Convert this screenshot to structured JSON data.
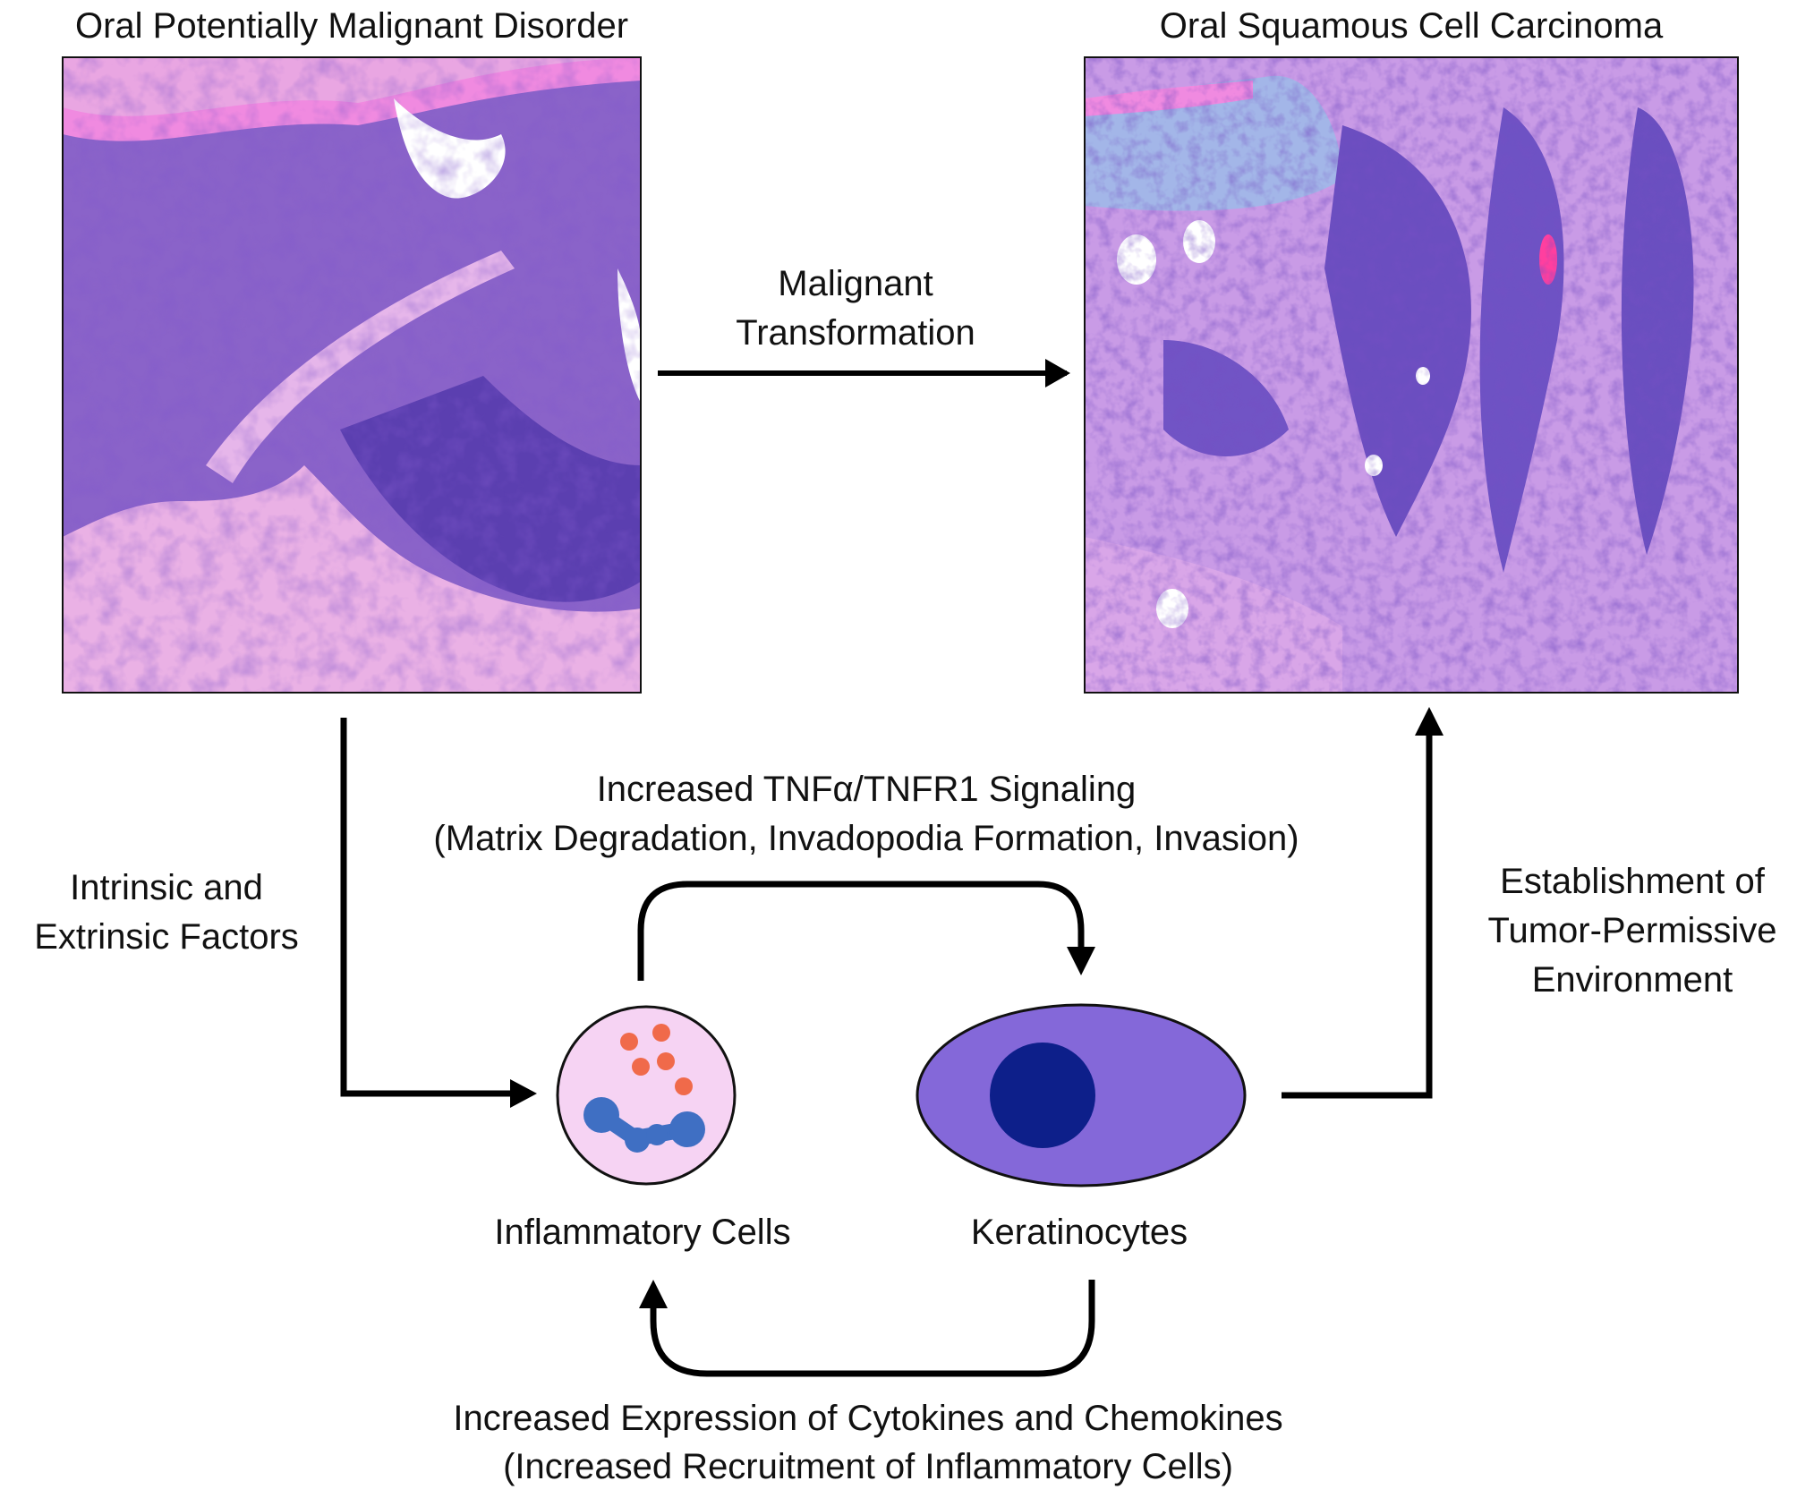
{
  "panels": {
    "left_title": "Oral Potentially Malignant Disorder",
    "right_title": "Oral Squamous Cell Carcinoma"
  },
  "labels": {
    "malignant_line1": "Malignant",
    "malignant_line2": "Transformation",
    "factors_line1": "Intrinsic and",
    "factors_line2": "Extrinsic Factors",
    "tnf_line1": "Increased TNFα/TNFR1 Signaling",
    "tnf_line2": "(Matrix Degradation, Invadopodia Formation, Invasion)",
    "env_line1": "Establishment of",
    "env_line2": "Tumor-Permissive",
    "env_line3": "Environment",
    "inflammatory": "Inflammatory Cells",
    "keratinocytes": "Keratinocytes",
    "cyto_line1": "Increased Expression of Cytokines and Chemokines",
    "cyto_line2": "(Increased Recruitment of Inflammatory Cells)"
  },
  "colors": {
    "he_pink": "#e9a6e2",
    "he_purple": "#8a63c9",
    "he_dark": "#3a2a8f",
    "inflammatory_fill": "#f6d3f3",
    "granule": "#f06a4a",
    "nucleus_lobes": "#3f6fc3",
    "keratinocyte": "#8468d9",
    "keratinocyte_nucleus": "#0d1f8a",
    "arrow": "#000000"
  }
}
